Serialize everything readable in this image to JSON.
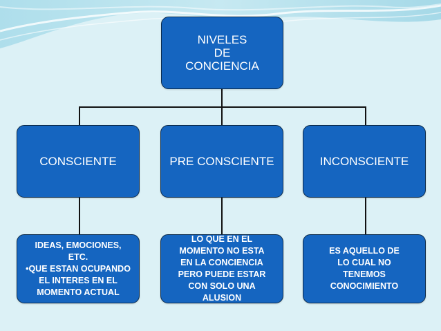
{
  "colors": {
    "background": "#dcf1f6",
    "box_fill": "#1565c0",
    "box_border": "#0b2a4a",
    "connector": "#111111",
    "text": "#ffffff"
  },
  "root": {
    "label": "NIVELES\nDE\nCONCIENCIA"
  },
  "levels": [
    {
      "label": "CONSCIENTE",
      "description": "IDEAS, EMOCIONES,\nETC.\n•QUE ESTAN OCUPANDO\nEL INTERES EN EL\nMOMENTO ACTUAL"
    },
    {
      "label": "PRE CONSCIENTE",
      "description": "LO QUE EN EL\nMOMENTO NO ESTA\nEN LA CONCIENCIA\nPERO PUEDE ESTAR\nCON SOLO UNA\nALUSION"
    },
    {
      "label": "INCONSCIENTE",
      "description": "ES AQUELLO DE\nLO CUAL NO\nTENEMOS\nCONOCIMIENTO"
    }
  ]
}
